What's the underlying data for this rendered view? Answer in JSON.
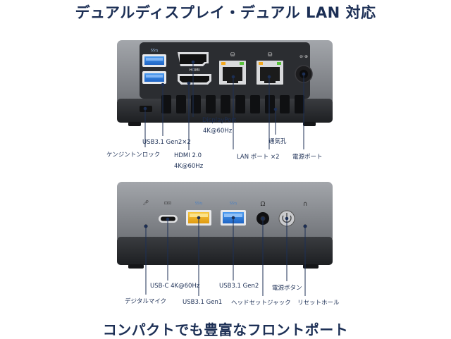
{
  "top_heading": "デュアルディスプレイ・デュアル LAN 対応",
  "bottom_heading": "コンパクトでも豊富なフロントポート",
  "back_panel": {
    "hdmi_text": "HDMI",
    "labels": {
      "usb_gen2": "USB3.1 Gen2×2",
      "displayport": "DisplayPort",
      "displayport_res": "4K@60Hz",
      "vent": "通気孔",
      "kensington": "ケンジントンロック",
      "hdmi": "HDMI 2.0",
      "hdmi_res": "4K@60Hz",
      "lan": "LAN ポート ×2",
      "power_port": "電源ポート"
    }
  },
  "front_panel": {
    "labels": {
      "usbc": "USB-C 4K@60Hz",
      "usb_gen2": "USB3.1 Gen2",
      "power_button": "電源ボタン",
      "digital_mic": "デジタルマイク",
      "usb_gen1": "USB3.1 Gen1",
      "headset": "ヘッドセットジャック",
      "reset": "リセットホール"
    }
  },
  "colors": {
    "heading": "#1c2f55",
    "usb3_blue": "#2f7fe0",
    "usb_yellow": "#f0b020",
    "chassis_top": "#8c8f94",
    "chassis_bottom": "#2a2c30",
    "leader": "#1c2f55"
  }
}
